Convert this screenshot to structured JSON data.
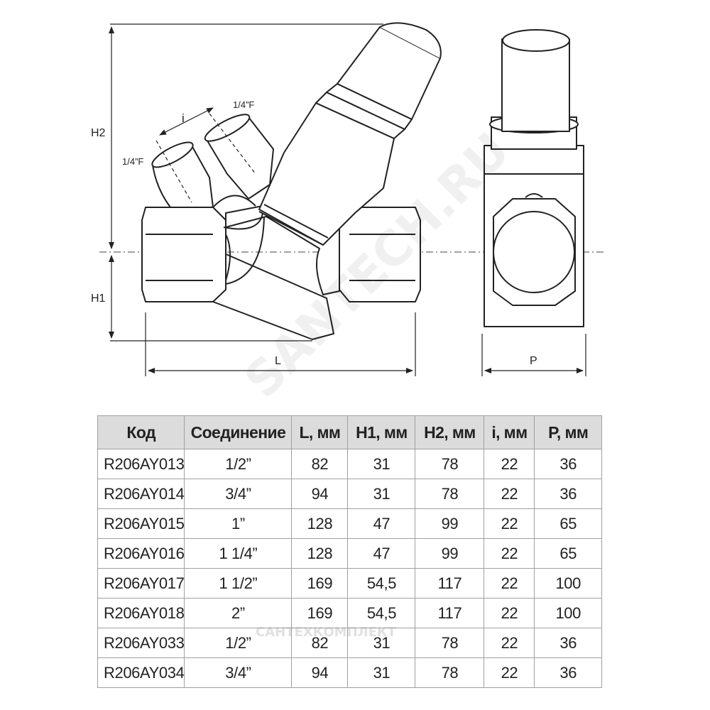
{
  "drawing": {
    "labels": {
      "h2": "H2",
      "h1": "H1",
      "l": "L",
      "p": "P",
      "i": "i",
      "port_top": "1/4”F",
      "port_left": "1/4”F"
    }
  },
  "watermarks": [
    "SANTECH.RU",
    "САНТЕХКОМПЛЕКТ"
  ],
  "table": {
    "headers": [
      "Код",
      "Соединение",
      "L, мм",
      "H1, мм",
      "H2, мм",
      "i, мм",
      "P, мм"
    ],
    "rows": [
      [
        "R206AY013",
        "1/2”",
        "82",
        "31",
        "78",
        "22",
        "36"
      ],
      [
        "R206AY014",
        "3/4”",
        "94",
        "31",
        "78",
        "22",
        "36"
      ],
      [
        "R206AY015",
        "1”",
        "128",
        "47",
        "99",
        "22",
        "65"
      ],
      [
        "R206AY016",
        "1 1/4”",
        "128",
        "47",
        "99",
        "22",
        "65"
      ],
      [
        "R206AY017",
        "1 1/2”",
        "169",
        "54,5",
        "117",
        "22",
        "100"
      ],
      [
        "R206AY018",
        "2”",
        "169",
        "54,5",
        "117",
        "22",
        "100"
      ],
      [
        "R206AY033",
        "1/2”",
        "82",
        "31",
        "78",
        "22",
        "36"
      ],
      [
        "R206AY034",
        "3/4”",
        "94",
        "31",
        "78",
        "22",
        "36"
      ]
    ]
  }
}
